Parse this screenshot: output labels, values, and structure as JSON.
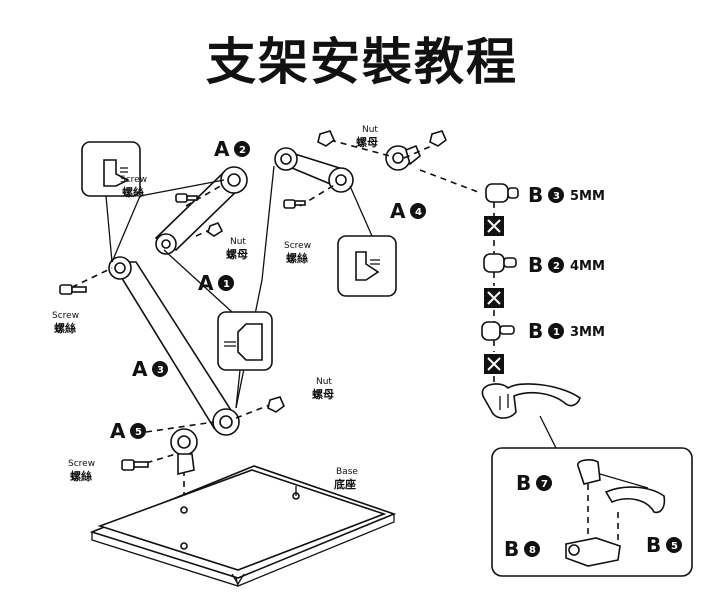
{
  "title": "支架安裝教程",
  "labels": {
    "a1": {
      "letter": "A",
      "num": "1"
    },
    "a2": {
      "letter": "A",
      "num": "2"
    },
    "a3": {
      "letter": "A",
      "num": "3"
    },
    "a4": {
      "letter": "A",
      "num": "4"
    },
    "a5": {
      "letter": "A",
      "num": "5"
    },
    "b1": {
      "letter": "B",
      "num": "1",
      "size": "3MM"
    },
    "b2": {
      "letter": "B",
      "num": "2",
      "size": "4MM"
    },
    "b3": {
      "letter": "B",
      "num": "3",
      "size": "5MM"
    },
    "b5": {
      "letter": "B",
      "num": "5"
    },
    "b7": {
      "letter": "B",
      "num": "7"
    },
    "b8": {
      "letter": "B",
      "num": "8"
    }
  },
  "screw": {
    "en": "Screw",
    "cn": "螺絲"
  },
  "nut": {
    "en": "Nut",
    "cn": "螺母"
  },
  "base": {
    "en": "Base",
    "cn": "底座"
  }
}
